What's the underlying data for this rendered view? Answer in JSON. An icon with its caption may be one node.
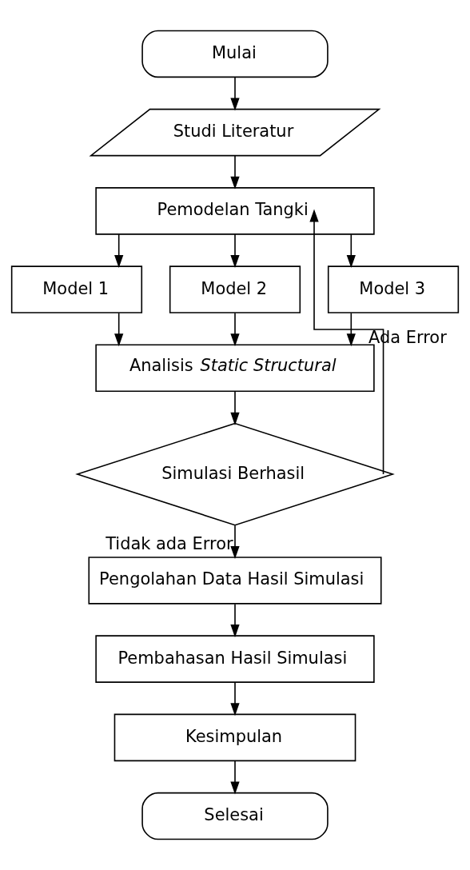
{
  "diagram": {
    "nodes": [
      {
        "text": [
          "Mulai"
        ]
      },
      {
        "text": [
          "Studi Literatur"
        ]
      },
      {
        "text": [
          "Pemodelan Tangki"
        ]
      },
      {
        "text": [
          "Model 1"
        ]
      },
      {
        "text": [
          "Model 2"
        ]
      },
      {
        "text": [
          "Model 3"
        ]
      },
      {
        "text": [
          "Analisis *Static Structural*"
        ]
      },
      {
        "text": [
          "Simulasi Berhasil"
        ]
      },
      {
        "text": [
          "Pengolahan Data Hasil Simulasi"
        ]
      },
      {
        "text": [
          "Pembahasan Hasil Simulasi"
        ]
      },
      {
        "text": [
          "Kesimpulan"
        ]
      },
      {
        "text": [
          "Selesai"
        ]
      }
    ],
    "edges": [
      {
        "from": 0,
        "to": 1,
        "arrow": "to"
      },
      {
        "from": 1,
        "to": 2,
        "arrow": "to"
      },
      {
        "from": 2,
        "to": 3,
        "arrow": "to"
      },
      {
        "from": 2,
        "to": 4,
        "arrow": "to"
      },
      {
        "from": 2,
        "to": 5,
        "arrow": "to"
      },
      {
        "from": 3,
        "to": 6,
        "arrow": "to"
      },
      {
        "from": 4,
        "to": 6,
        "arrow": "to"
      },
      {
        "from": 5,
        "to": 6,
        "arrow": "to"
      },
      {
        "from": 6,
        "to": 7,
        "arrow": "to"
      },
      {
        "from": 7,
        "to": 2,
        "arrow": "to",
        "label": "Ada Error"
      },
      {
        "from": 7,
        "to": 8,
        "arrow": "to",
        "label": "Tidak ada Error"
      },
      {
        "from": 8,
        "to": 9,
        "arrow": "to"
      },
      {
        "from": 9,
        "to": 10,
        "arrow": "to"
      },
      {
        "from": 10,
        "to": 11,
        "arrow": "to"
      }
    ]
  }
}
